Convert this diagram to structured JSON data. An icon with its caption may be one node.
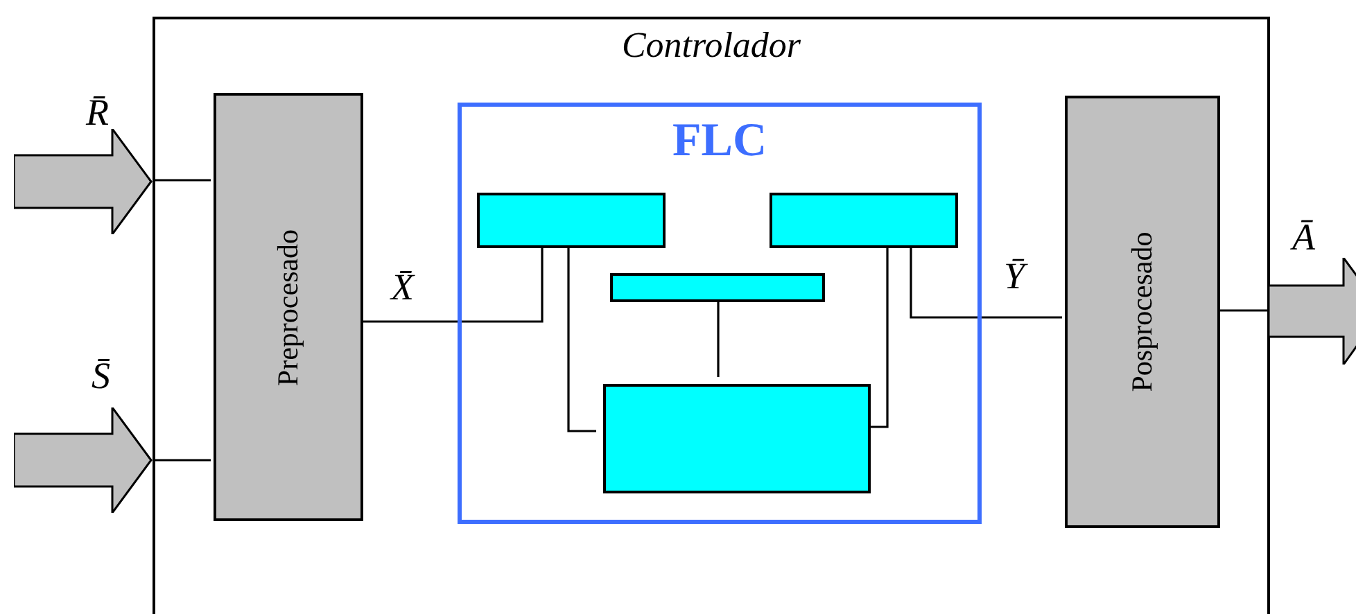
{
  "diagram": {
    "nodes": [
      {
        "text": [
          "Controlador"
        ]
      },
      {
        "text": [
          "Preprocesado"
        ],
        "in": 0
      },
      {
        "text": [
          "FLC"
        ],
        "in": 0
      },
      {
        "text": [],
        "shape": "box",
        "in": 2
      },
      {
        "text": [],
        "shape": "box",
        "in": 2
      },
      {
        "text": [],
        "shape": "box",
        "in": 2
      },
      {
        "text": [],
        "shape": "box",
        "in": 2
      },
      {
        "text": [
          "Posprocesado"
        ],
        "in": 0
      },
      {
        "text": [],
        "shape": "arrow",
        "beside": [
          "R̄"
        ]
      },
      {
        "text": [],
        "shape": "arrow",
        "beside": [
          "S̄"
        ]
      },
      {
        "text": [],
        "shape": "arrow",
        "beside": [
          "Ā"
        ]
      }
    ],
    "edges": [
      {
        "from": 8,
        "to": 1,
        "arrow": "none"
      },
      {
        "from": 9,
        "to": 1,
        "arrow": "none"
      },
      {
        "from": 1,
        "to": 3,
        "arrow": "none",
        "label": "X̄"
      },
      {
        "from": 3,
        "to": 6,
        "arrow": "none"
      },
      {
        "from": 5,
        "to": 6,
        "arrow": "none"
      },
      {
        "from": 4,
        "to": 6,
        "arrow": "none"
      },
      {
        "from": 4,
        "to": 7,
        "arrow": "none",
        "label": "Ȳ"
      },
      {
        "from": 7,
        "to": 10,
        "arrow": "none"
      }
    ]
  }
}
